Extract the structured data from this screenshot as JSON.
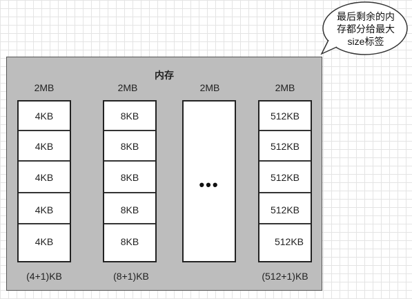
{
  "memory": {
    "title": "内存",
    "columns": [
      {
        "size_label": "2MB",
        "slots": [
          "4KB",
          "4KB",
          "4KB",
          "4KB",
          "4KB"
        ],
        "footer": "(4+1)KB"
      },
      {
        "size_label": "2MB",
        "slots": [
          "8KB",
          "8KB",
          "8KB",
          "8KB",
          "8KB"
        ],
        "footer": "(8+1)KB"
      },
      {
        "size_label": "2MB",
        "ellipsis": "•••"
      },
      {
        "size_label": "2MB",
        "slots": [
          "512KB",
          "512KB",
          "512KB",
          "512KB",
          "512KB"
        ],
        "footer": "(512+1)KB"
      }
    ]
  },
  "callout": {
    "lines": [
      "最后剩余的内",
      "存都分给最大",
      "size标签"
    ]
  },
  "colors": {
    "memory_fill": "#bdbdbd",
    "column_fill": "#ffffff",
    "border": "#222222"
  }
}
